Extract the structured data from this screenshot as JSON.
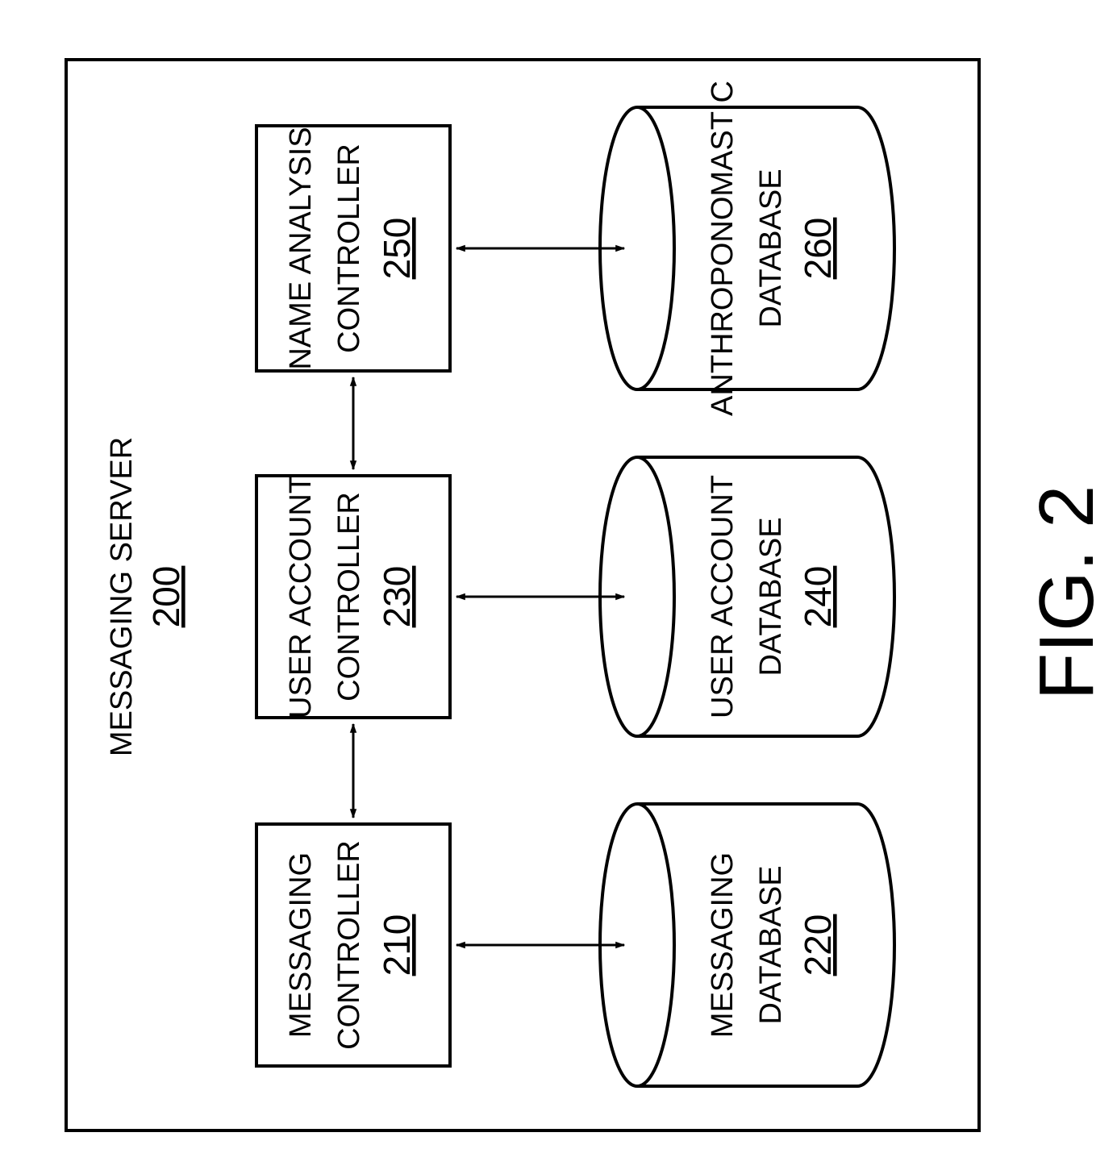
{
  "server": {
    "title": "MESSAGING SERVER",
    "ref": "200"
  },
  "controllers": [
    {
      "line1": "MESSAGING",
      "line2": "CONTROLLER",
      "ref": "210"
    },
    {
      "line1": "USER ACCOUNT",
      "line2": "CONTROLLER",
      "ref": "230"
    },
    {
      "line1": "NAME ANALYSIS",
      "line2": "CONTROLLER",
      "ref": "250"
    }
  ],
  "databases": [
    {
      "line1": "MESSAGING",
      "line2": "DATABASE",
      "ref": "220"
    },
    {
      "line1": "USER ACCOUNT",
      "line2": "DATABASE",
      "ref": "240"
    },
    {
      "line1": "ANTHROPONOMASTIC",
      "line2": "DATABASE",
      "ref": "260"
    }
  ],
  "figure_label": "FIG. 2"
}
